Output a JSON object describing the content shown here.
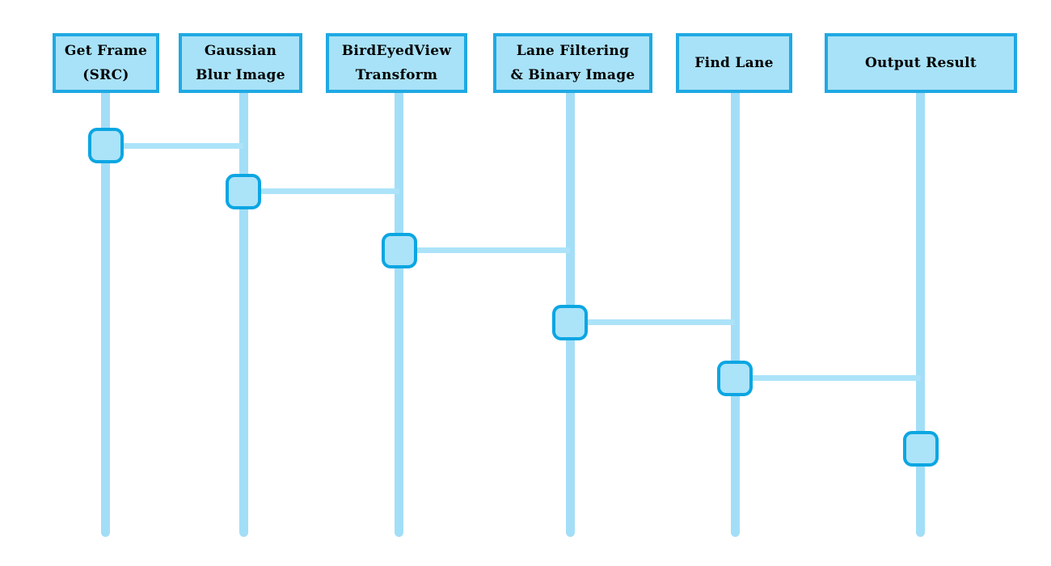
{
  "colors": {
    "box_fill": "#a8e2f8",
    "box_border": "#1fa9e3",
    "node_fill": "#abe3f9",
    "node_border": "#0ba6e2",
    "lifeline": "#a3def7",
    "connector": "#ace3f9",
    "text": "#000000",
    "background": "#ffffff"
  },
  "diagram": {
    "type": "sequence-flow",
    "stages": [
      {
        "label": "Get Frame (SRC)",
        "lines": [
          "Get Frame",
          "(SRC)"
        ]
      },
      {
        "label": "Gaussian Blur Image",
        "lines": [
          "Gaussian",
          "Blur Image"
        ]
      },
      {
        "label": "BirdEyedView Transform",
        "lines": [
          "BirdEyedView",
          "Transform"
        ]
      },
      {
        "label": "Lane Filtering & Binary Image",
        "lines": [
          "Lane Filtering",
          "& Binary Image"
        ]
      },
      {
        "label": "Find Lane",
        "lines": [
          "Find Lane"
        ]
      },
      {
        "label": "Output Result",
        "lines": [
          "Output Result"
        ]
      }
    ],
    "connections": [
      {
        "from": "Get Frame (SRC)",
        "to": "Gaussian Blur Image"
      },
      {
        "from": "Gaussian Blur Image",
        "to": "BirdEyedView Transform"
      },
      {
        "from": "BirdEyedView Transform",
        "to": "Lane Filtering & Binary Image"
      },
      {
        "from": "Lane Filtering & Binary Image",
        "to": "Find Lane"
      },
      {
        "from": "Find Lane",
        "to": "Output Result"
      }
    ]
  }
}
